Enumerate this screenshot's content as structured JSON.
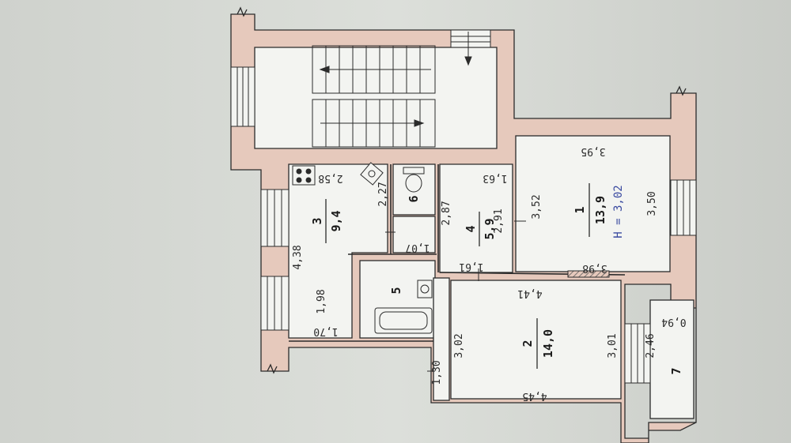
{
  "rooms": [
    {
      "number": "1",
      "area": "13,9"
    },
    {
      "number": "2",
      "area": "14,0"
    },
    {
      "number": "3",
      "area": "9,4"
    },
    {
      "number": "4",
      "area": "5,9"
    },
    {
      "number": "5"
    },
    {
      "number": "6"
    },
    {
      "number": "7"
    }
  ],
  "ceiling_height": "H = 3,02",
  "dimensions": [
    "3,95",
    "3,50",
    "3,52",
    "3,98",
    "1,63",
    "2,58",
    "2,27",
    "2,87",
    "2,91",
    "1,07",
    "1,61",
    "4,38",
    "1,98",
    "1,70",
    "4,41",
    "3,02",
    "3,01",
    "4,45",
    "1,30",
    "0,94",
    "2,46"
  ],
  "colors": {
    "wall": "#e6c9bc",
    "paper": "#f3f4f1",
    "line": "#2b2b2b",
    "blue_text": "#3a4aa0",
    "background": "#d6d8d4"
  }
}
